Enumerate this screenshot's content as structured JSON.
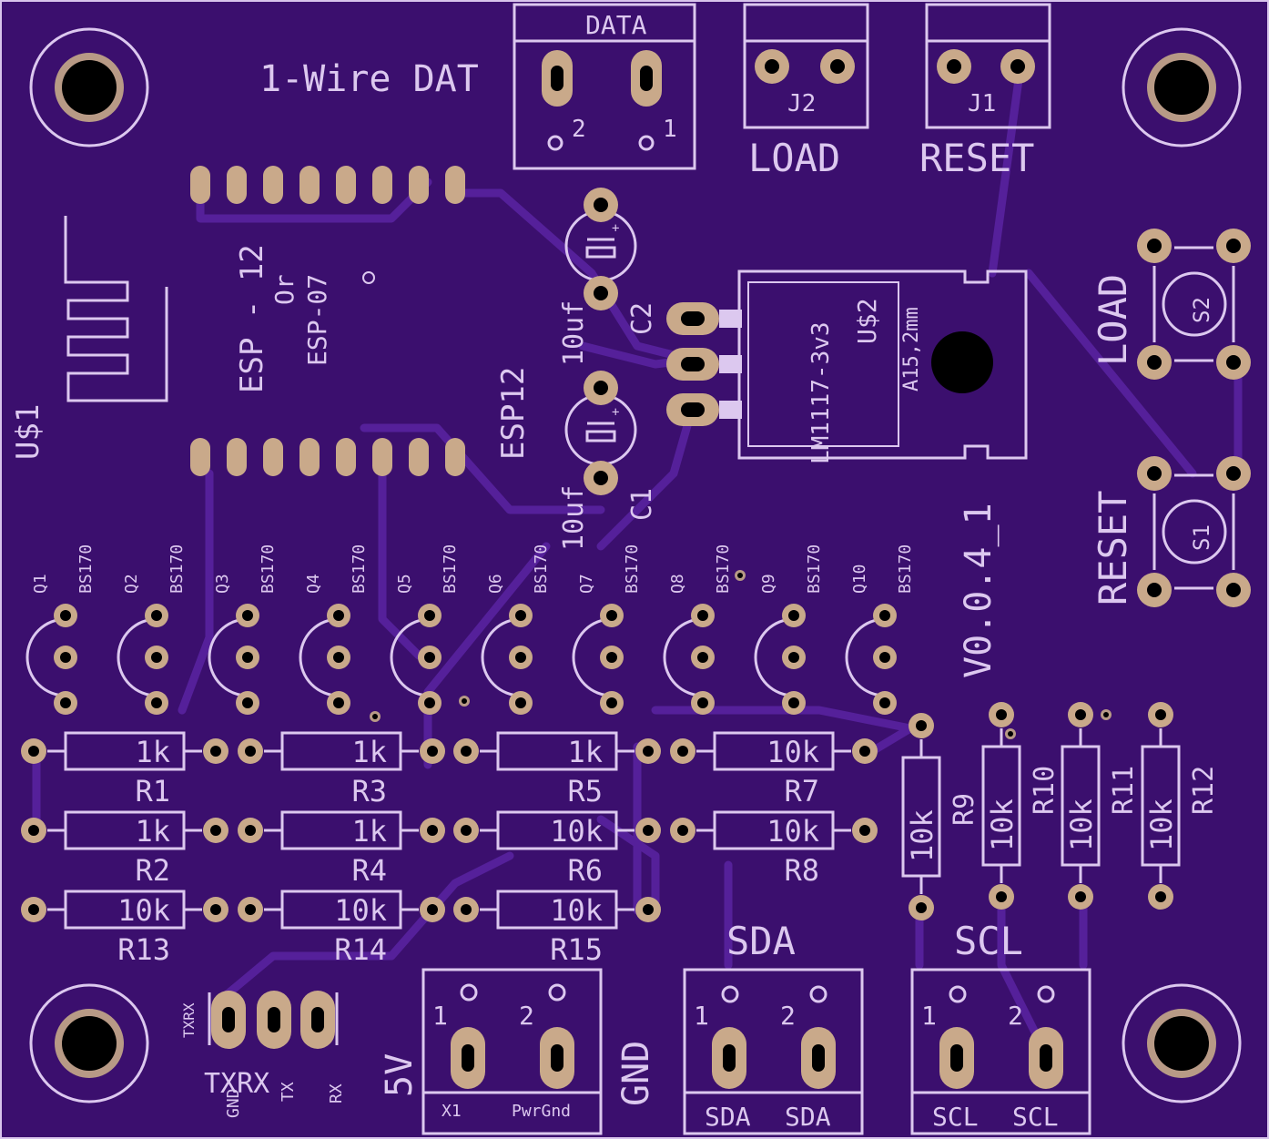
{
  "board": {
    "background": "#3b0f6e",
    "silkscreen": "#dcc8ef",
    "pad_color": "#c9a98a"
  },
  "labels": {
    "onewire_title": "1-Wire DAT",
    "data_conn": "DATA",
    "j2": "J2",
    "j1": "J1",
    "load": "LOAD",
    "reset": "RESET",
    "esp_main": "ESP - 12",
    "esp_or": "Or",
    "esp_alt": "ESP-07",
    "esp12": "ESP12",
    "u1": "U$1",
    "u2": "U$2",
    "reg_part": "LM1117-3v3",
    "reg_pkg": "A15,2mm",
    "version": "V0.0.4_1",
    "c1": "C1",
    "c2": "C2",
    "cap_value": "10uf",
    "s1": "S1",
    "s2": "S2",
    "load_btn": "LOAD",
    "reset_btn": "RESET",
    "sda_title": "SDA",
    "scl_title": "SCL",
    "sda_bottom_l": "SDA",
    "sda_bottom_r": "SDA",
    "scl_bottom_l": "SCL",
    "scl_bottom_r": "SCL",
    "pin1": "1",
    "pin2": "2",
    "five_v": "5V",
    "gnd": "GND",
    "x1": "X1",
    "pwrgnd": "PwrGnd",
    "txrx": "TXRX",
    "tx": "TX",
    "rx": "RX",
    "gnd_small": "GND",
    "txrx_big": "TXRX"
  },
  "transistors": [
    {
      "ref": "Q1",
      "part": "BS170"
    },
    {
      "ref": "Q2",
      "part": "BS170"
    },
    {
      "ref": "Q3",
      "part": "BS170"
    },
    {
      "ref": "Q4",
      "part": "BS170"
    },
    {
      "ref": "Q5",
      "part": "BS170"
    },
    {
      "ref": "Q6",
      "part": "BS170"
    },
    {
      "ref": "Q7",
      "part": "BS170"
    },
    {
      "ref": "Q8",
      "part": "BS170"
    },
    {
      "ref": "Q9",
      "part": "BS170"
    },
    {
      "ref": "Q10",
      "part": "BS170"
    }
  ],
  "resistors_h": [
    {
      "ref": "R1",
      "value": "1k"
    },
    {
      "ref": "R3",
      "value": "1k"
    },
    {
      "ref": "R5",
      "value": "1k"
    },
    {
      "ref": "R7",
      "value": "10k"
    },
    {
      "ref": "R2",
      "value": "1k"
    },
    {
      "ref": "R4",
      "value": "1k"
    },
    {
      "ref": "R6",
      "value": "10k"
    },
    {
      "ref": "R8",
      "value": "10k"
    },
    {
      "ref": "R13",
      "value": "10k"
    },
    {
      "ref": "R14",
      "value": "10k"
    },
    {
      "ref": "R15",
      "value": "10k"
    }
  ],
  "resistors_v": [
    {
      "ref": "R9",
      "value": "10k"
    },
    {
      "ref": "R10",
      "value": "10k"
    },
    {
      "ref": "R11",
      "value": "10k"
    },
    {
      "ref": "R12",
      "value": "10k"
    }
  ]
}
